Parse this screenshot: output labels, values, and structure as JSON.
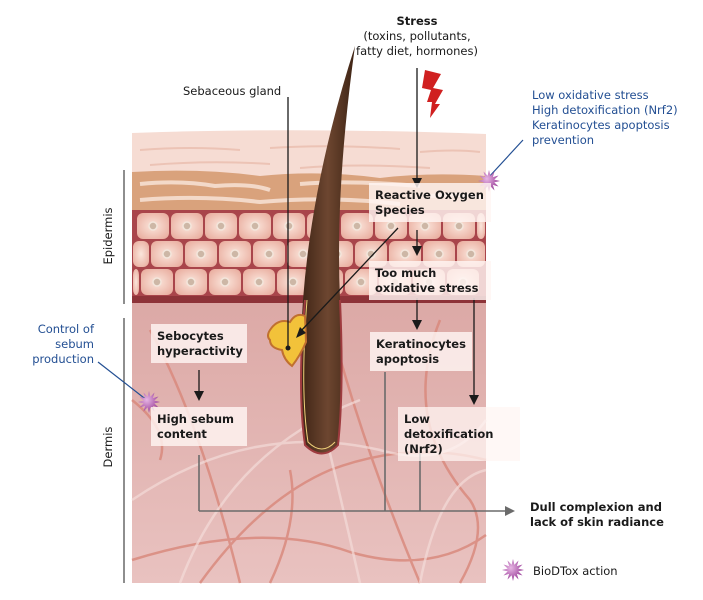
{
  "title": "Stress-induced skin oxidative damage and BioDTox action",
  "stress": {
    "heading": "Stress",
    "line1": "(toxins, pollutants,",
    "line2": "fatty diet, hormones)"
  },
  "labels": {
    "sebaceous_gland": "Sebaceous gland",
    "epidermis": "Epidermis",
    "dermis": "Dermis"
  },
  "boxes": {
    "ros": [
      "Reactive Oxygen",
      "Species"
    ],
    "oxidative_stress": [
      "Too much",
      "oxidative stress"
    ],
    "sebocytes": [
      "Sebocytes",
      "hyperactivity"
    ],
    "keratinocytes": [
      "Keratinocytes",
      "apoptosis"
    ],
    "high_sebum": [
      "High sebum",
      "content"
    ],
    "low_detox": [
      "Low detoxification",
      "(Nrf2)"
    ]
  },
  "outcome": [
    "Dull complexion and",
    "lack of skin radiance"
  ],
  "biodtox_effects": {
    "epidermis": [
      "Low oxidative stress",
      "High detoxification (Nrf2)",
      "Keratinocytes apoptosis",
      "prevention"
    ],
    "dermis": [
      "Control of",
      "sebum",
      "production"
    ]
  },
  "legend": {
    "label": "BioDTox action",
    "icon": "purple-star-burst"
  },
  "colors": {
    "blue_text": "#234f93",
    "burst": "#a0489f",
    "lightning": "#d02020",
    "hair": "#5a3520",
    "dermis": "#e2b4b0",
    "epidermis_cells": "#efc2b3",
    "cell_border": "#9e3b3f"
  }
}
